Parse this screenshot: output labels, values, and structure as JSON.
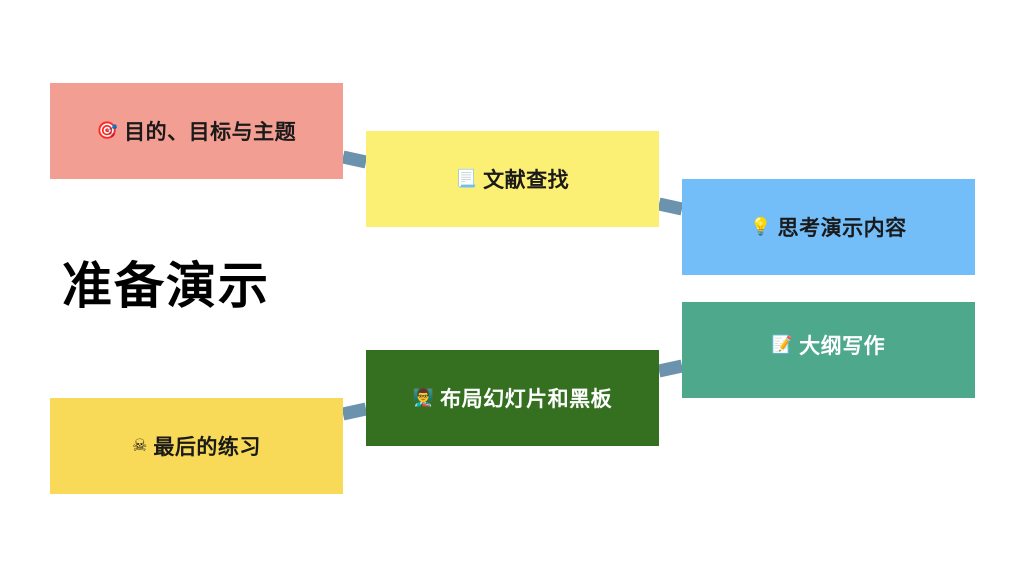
{
  "slide": {
    "title": "准备演示"
  },
  "steps": [
    {
      "label": "目的、目标与主题",
      "icon": "🎯",
      "icon_name": "target-icon",
      "color": "#f39e92",
      "text_color": "#1a1a1a"
    },
    {
      "label": "文献查找",
      "icon": "📃",
      "icon_name": "document-icon",
      "color": "#fcf074",
      "text_color": "#1a1a1a"
    },
    {
      "label": "思考演示内容",
      "icon": "💡",
      "icon_name": "lightbulb-icon",
      "color": "#73bdf9",
      "text_color": "#1a1a1a"
    },
    {
      "label": "大纲写作",
      "icon": "📝",
      "icon_name": "memo-icon",
      "color": "#4ea98c",
      "text_color": "#ffffff"
    },
    {
      "label": "布局幻灯片和黑板",
      "icon": "👨‍🏫",
      "icon_name": "teacher-icon",
      "color": "#347020",
      "text_color": "#ffffff"
    },
    {
      "label": "最后的练习",
      "icon": "☠",
      "icon_name": "skull-crossbones-icon",
      "color": "#f9d958",
      "text_color": "#1a1a1a"
    }
  ],
  "connector_color": "#6c93ad"
}
